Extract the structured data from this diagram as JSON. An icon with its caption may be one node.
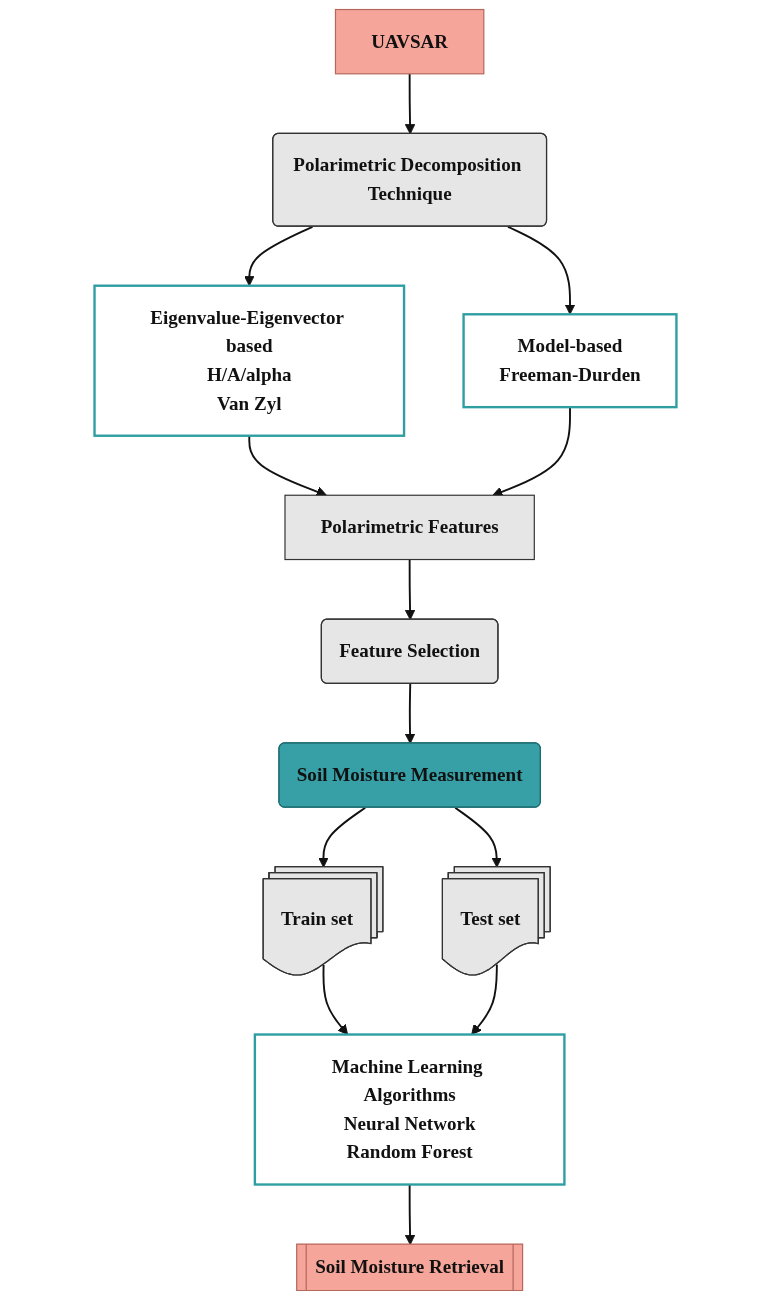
{
  "diagram": {
    "nodes": [
      {
        "text": [
          "UAVSAR"
        ]
      },
      {
        "text": [
          "Polarimetric Decomposition Technique"
        ]
      },
      {
        "text": [
          "Eigenvalue-Eigenvector based",
          "H/A/alpha",
          "Van Zyl"
        ]
      },
      {
        "text": [
          "Model-based",
          "Freeman-Durden"
        ]
      },
      {
        "text": [
          "Polarimetric Features"
        ]
      },
      {
        "text": [
          "Feature Selection"
        ]
      },
      {
        "text": [
          "Soil Moisture Measurement"
        ]
      },
      {
        "text": [
          "Train set"
        ]
      },
      {
        "text": [
          "Test set"
        ]
      },
      {
        "text": [
          "Machine Learning Algorithms",
          "Neural Network",
          "Random Forest"
        ]
      },
      {
        "text": [
          "Soil Moisture Retrieval"
        ]
      }
    ],
    "edges": [
      {
        "from": 0,
        "to": 1,
        "arrow": "to"
      },
      {
        "from": 1,
        "to": 2,
        "arrow": "to"
      },
      {
        "from": 1,
        "to": 3,
        "arrow": "to"
      },
      {
        "from": 2,
        "to": 4,
        "arrow": "to"
      },
      {
        "from": 3,
        "to": 4,
        "arrow": "to"
      },
      {
        "from": 4,
        "to": 5,
        "arrow": "to"
      },
      {
        "from": 5,
        "to": 6,
        "arrow": "to"
      },
      {
        "from": 6,
        "to": 7,
        "arrow": "to"
      },
      {
        "from": 6,
        "to": 8,
        "arrow": "to"
      },
      {
        "from": 7,
        "to": 9,
        "arrow": "to"
      },
      {
        "from": 8,
        "to": 9,
        "arrow": "to"
      },
      {
        "from": 9,
        "to": 10,
        "arrow": "to"
      }
    ]
  }
}
